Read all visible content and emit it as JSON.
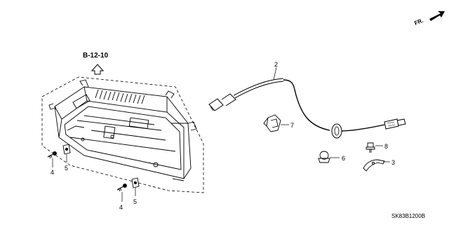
{
  "reference_label": "B-12-10",
  "direction_label": "FR.",
  "diagram_code": "SK83B1200B",
  "callouts": {
    "label_2": "2",
    "label_3": "3",
    "label_4a": "4",
    "label_4b": "4",
    "label_5a": "5",
    "label_5b": "5",
    "label_6": "6",
    "label_7": "7",
    "label_8": "8"
  }
}
